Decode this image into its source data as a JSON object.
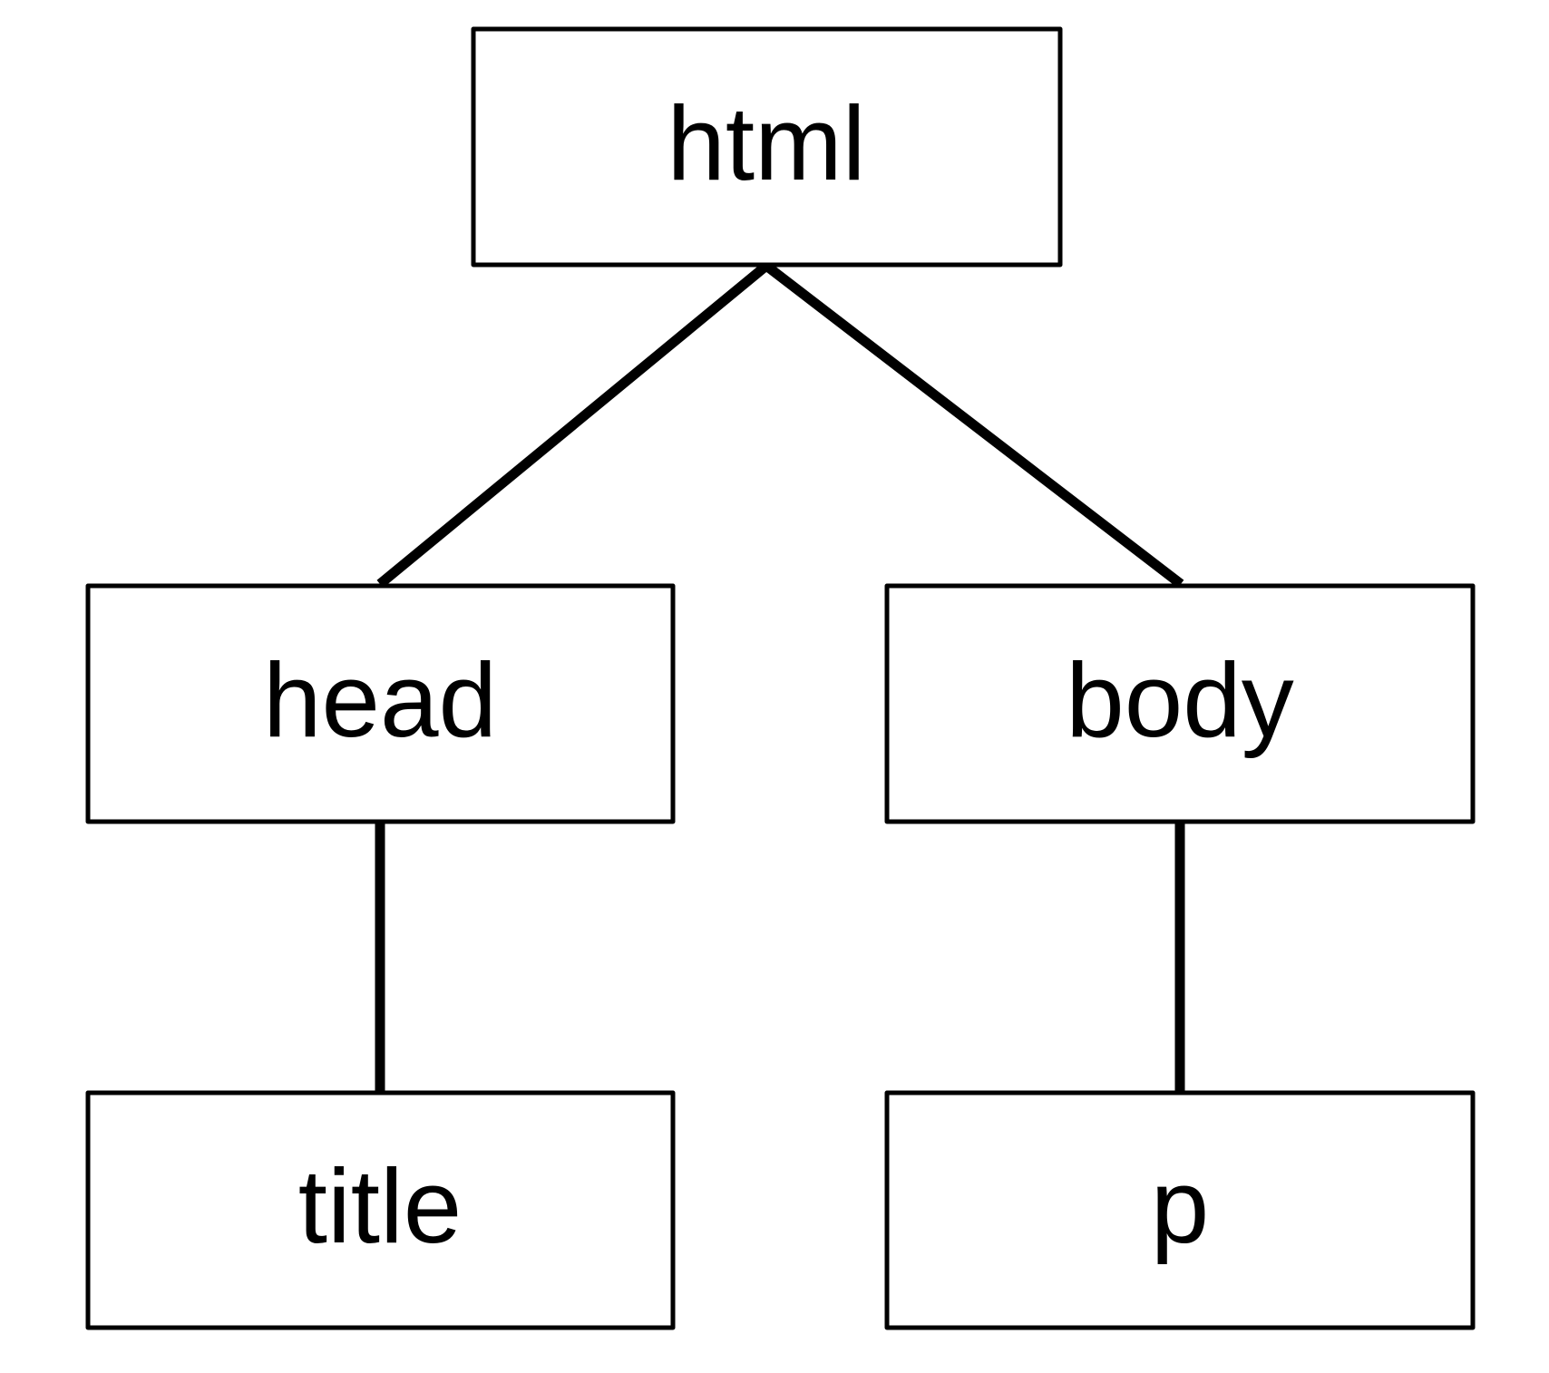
{
  "diagram": {
    "type": "tree",
    "colors": {
      "stroke": "#000000",
      "fill": "#ffffff",
      "text": "#000000"
    },
    "nodes": {
      "html": {
        "label": "html"
      },
      "head": {
        "label": "head"
      },
      "body": {
        "label": "body"
      },
      "title": {
        "label": "title"
      },
      "p": {
        "label": "p"
      }
    },
    "edges": [
      {
        "from": "html",
        "to": "head"
      },
      {
        "from": "html",
        "to": "body"
      },
      {
        "from": "head",
        "to": "title"
      },
      {
        "from": "body",
        "to": "p"
      }
    ]
  }
}
